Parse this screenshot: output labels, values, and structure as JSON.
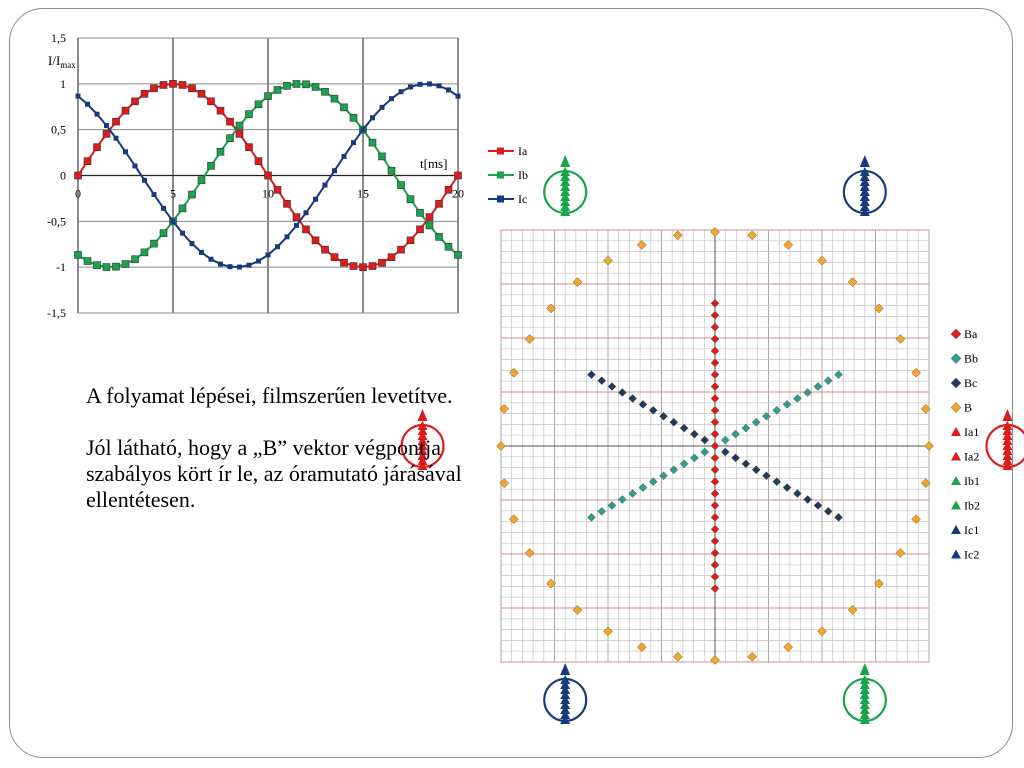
{
  "slide": {
    "paragraph_1": "A folyamat lépései, filmszerűen levetítve.",
    "paragraph_2": "Jól látható, hogy a „B” vektor végpontja szabályos kört ír le, az óramutató járásával ellentétesen."
  },
  "chart_data": [
    {
      "type": "line",
      "ylabel": "I/I",
      "ylabel_sub": "max",
      "xlabel": "t[ms]",
      "xlim": [
        0,
        20
      ],
      "ylim": [
        -1.5,
        1.5
      ],
      "x_ticks": [
        0,
        5,
        10,
        15,
        20
      ],
      "y_ticks": [
        1.5,
        1,
        0.5,
        0,
        -0.5,
        -1,
        -1.5
      ],
      "y_tick_labels": [
        "1,5",
        "1",
        "0,5",
        "0",
        "-0,5",
        "-1",
        "-1,5"
      ],
      "series": [
        {
          "name": "Ia",
          "color": "#e01b1b",
          "marker": "square",
          "amplitude": 1,
          "phase_deg": 0,
          "period_ms": 20
        },
        {
          "name": "Ib",
          "color": "#1aa34a",
          "marker": "square",
          "amplitude": 1,
          "phase_deg": -120,
          "period_ms": 20
        },
        {
          "name": "Ic",
          "color": "#163a7a",
          "marker": "small-square",
          "amplitude": 1,
          "phase_deg": 120,
          "period_ms": 20
        }
      ],
      "x_values": [
        0,
        0.5,
        1,
        1.5,
        2,
        2.5,
        3,
        3.5,
        4,
        4.5,
        5,
        5.5,
        6,
        6.5,
        7,
        7.5,
        8,
        8.5,
        9,
        9.5,
        10,
        10.5,
        11,
        11.5,
        12,
        12.5,
        13,
        13.5,
        14,
        14.5,
        15,
        15.5,
        16,
        16.5,
        17,
        17.5,
        18,
        18.5,
        19,
        19.5,
        20
      ],
      "legend_position": "right"
    },
    {
      "type": "scatter",
      "xlim": [
        -1.5,
        1.5
      ],
      "ylim": [
        -1.5,
        1.5
      ],
      "grid": true,
      "legend_position": "right",
      "series": [
        {
          "name": "Ba",
          "color": "#e01b1b",
          "marker": "diamond",
          "direction_deg": 90
        },
        {
          "name": "Bb",
          "color": "#2f9e8e",
          "marker": "diamond",
          "direction_deg": 30
        },
        {
          "name": "Bc",
          "color": "#1f3a5c",
          "marker": "diamond",
          "direction_deg": 150
        },
        {
          "name": "B",
          "color": "#f5a623",
          "marker": "diamond",
          "radius": 1.5
        },
        {
          "name": "Ia1",
          "color": "#e01b1b",
          "marker": "triangle"
        },
        {
          "name": "Ia2",
          "color": "#e01b1b",
          "marker": "triangle"
        },
        {
          "name": "Ib1",
          "color": "#1aa34a",
          "marker": "triangle"
        },
        {
          "name": "Ib2",
          "color": "#1aa34a",
          "marker": "triangle"
        },
        {
          "name": "Ic1",
          "color": "#163a7a",
          "marker": "triangle"
        },
        {
          "name": "Ic2",
          "color": "#163a7a",
          "marker": "triangle"
        }
      ]
    }
  ]
}
